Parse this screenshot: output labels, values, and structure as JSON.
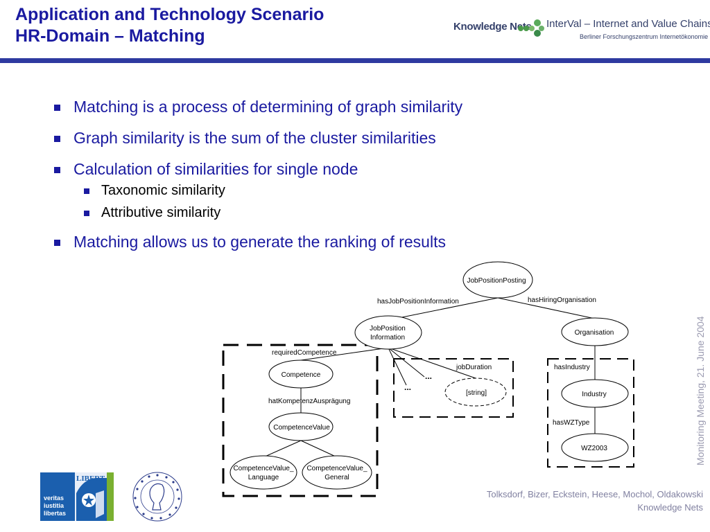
{
  "title": {
    "line1": "Application and Technology Scenario",
    "line2": "HR-Domain – Matching"
  },
  "logo": {
    "knowledge_nets": "Knowledge Nets",
    "interval": "InterVal – Internet and Value Chains",
    "subtitle": "Berliner Forschungszentrum Internetökonomie"
  },
  "bullets": [
    {
      "text": "Matching is a process of determining of graph similarity"
    },
    {
      "text": "Graph similarity is the sum of the cluster similarities"
    },
    {
      "text": "Calculation of similarities for single node",
      "sub": [
        "Taxonomic similarity",
        "Attributive similarity"
      ]
    },
    {
      "text": "Matching allows us to generate the ranking of results"
    }
  ],
  "diagram": {
    "nodes": {
      "job_position_posting": "JobPositionPosting",
      "job_position_information_1": "JobPosition",
      "job_position_information_2": "Information",
      "organisation": "Organisation",
      "competence": "Competence",
      "competence_value": "CompetenceValue",
      "cv_language_1": "CompetenceValue_",
      "cv_language_2": "Language",
      "cv_general_1": "CompetenceValue_",
      "cv_general_2": "General",
      "string": "[string]",
      "industry": "Industry",
      "wz2003": "WZ2003"
    },
    "edges": {
      "has_job_position_information": "hasJobPositionInformation",
      "has_hiring_organisation": "hasHiringOrganisation",
      "required_competence": "requiredCompetence",
      "hat_kompetenz": "hatKompetenzAusprägung",
      "job_duration": "jobDuration",
      "has_industry": "hasIndustry",
      "has_wz_type": "hasWZType",
      "ellipsis_1": "...",
      "ellipsis_2": "..."
    }
  },
  "side_text": "Monitoring Meeting, 21. June 2004",
  "footer": {
    "line1": "Tolksdorf, Bizer, Eckstein, Heese, Mochol, Oldakowski",
    "line2": "Knowledge Nets"
  },
  "logos": {
    "veritas_1": "veritas",
    "veritas_2": "iustitia",
    "veritas_3": "libertas",
    "libert": "LIBERT"
  },
  "colors": {
    "title": "#1a1aa0",
    "rule": "#2e3aa0",
    "bullet_square": "#1a1aa0",
    "logo_blue": "#1b5fae"
  }
}
